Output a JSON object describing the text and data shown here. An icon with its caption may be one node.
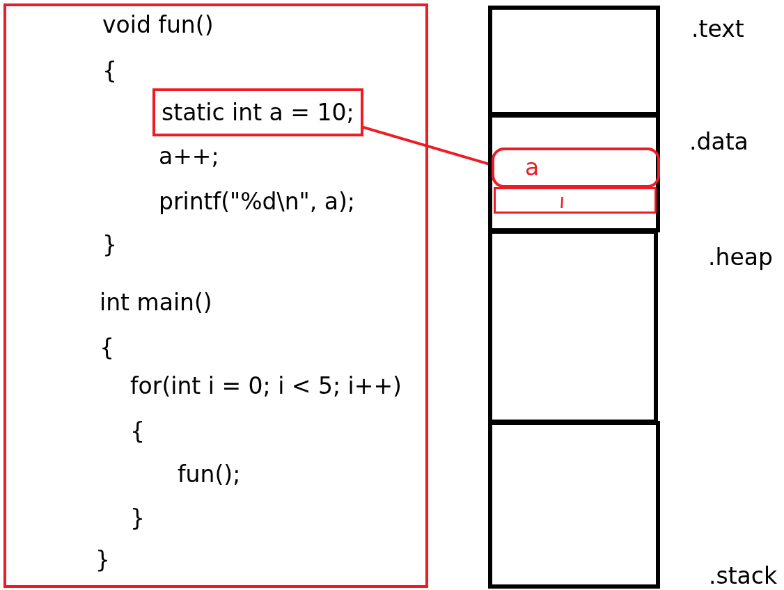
{
  "diagram": {
    "nodes": [
      {
        "text": [
          "void fun()",
          "{",
          "a++;",
          "printf(\"%d\\n\", a);",
          "}",
          "int main()",
          "{",
          "for(int i = 0; i < 5; i++)",
          "{",
          "fun();",
          "}",
          "}"
        ]
      },
      {
        "text": [
          "static int a = 10;"
        ],
        "in": 0
      },
      {
        "text": [
          ".text"
        ]
      },
      {
        "text": [
          ".data"
        ]
      },
      {
        "text": [
          "a"
        ],
        "in": 3
      },
      {
        "text": [],
        "shape": "box",
        "in": 3
      },
      {
        "text": [
          ".heap"
        ]
      },
      {
        "text": [
          ".stack"
        ]
      }
    ],
    "edges": [
      {
        "from": 1,
        "to": 4,
        "arrow": "none"
      }
    ]
  }
}
